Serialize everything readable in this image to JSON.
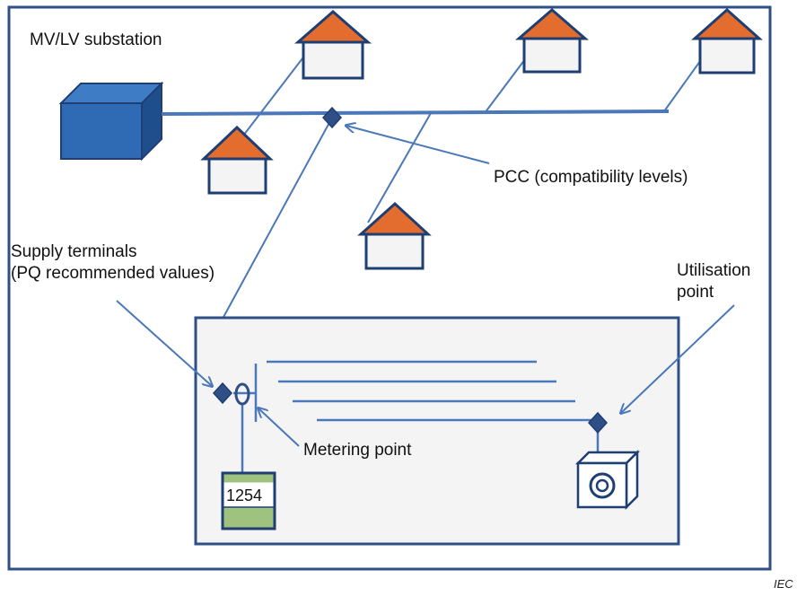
{
  "labels": {
    "substation": "MV/LV substation",
    "pcc": "PCC (compatibility levels)",
    "supply_terminals_line1": "Supply terminals",
    "supply_terminals_line2": "(PQ recommended values)",
    "utilisation_line1": "Utilisation",
    "utilisation_line2": "point",
    "metering_point": "Metering point",
    "watermark": "IEC"
  },
  "meter": {
    "reading": "1254"
  },
  "colors": {
    "frame": "#2f4f86",
    "line": "#4a78b8",
    "roof": "#e36c2f",
    "house_wall": "#f4f4f4",
    "box_front": "#2e6bb4",
    "diamond": "#2f4f86",
    "meter_band": "#9fc27f"
  }
}
